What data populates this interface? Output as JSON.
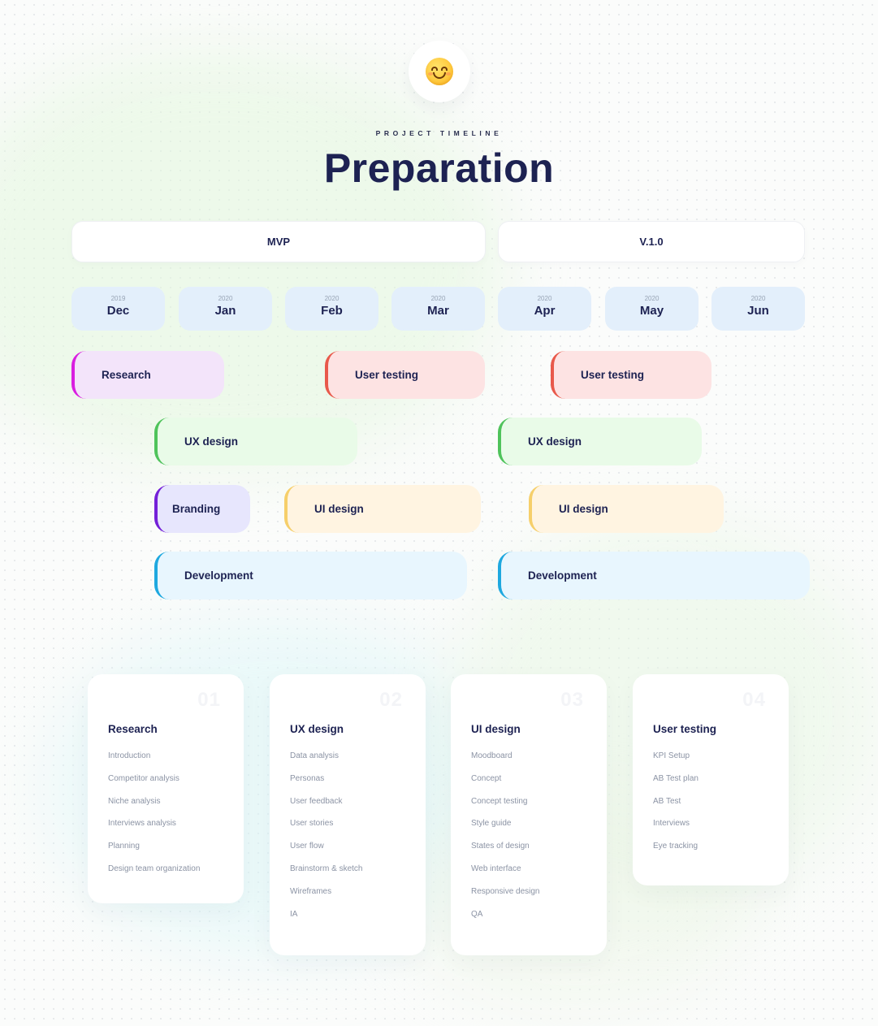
{
  "header": {
    "emoji": "smiling-face",
    "eyebrow": "PROJECT TIMELINE",
    "title": "Preparation"
  },
  "releases": [
    {
      "label": "MVP"
    },
    {
      "label": "V.1.0"
    }
  ],
  "months": [
    {
      "year": "2019",
      "month": "Dec"
    },
    {
      "year": "2020",
      "month": "Jan"
    },
    {
      "year": "2020",
      "month": "Feb"
    },
    {
      "year": "2020",
      "month": "Mar"
    },
    {
      "year": "2020",
      "month": "Apr"
    },
    {
      "year": "2020",
      "month": "May"
    },
    {
      "year": "2020",
      "month": "Jun"
    }
  ],
  "tasks": {
    "research": "Research",
    "user_testing_1": "User testing",
    "user_testing_2": "User testing",
    "ux_design_1": "UX design",
    "ux_design_2": "UX design",
    "branding": "Branding",
    "ui_design_1": "UI design",
    "ui_design_2": "UI design",
    "development_1": "Development",
    "development_2": "Development"
  },
  "colors": {
    "research": "#d91fe0",
    "user_testing": "#e8594b",
    "ux_design": "#4fc35b",
    "branding": "#7420d8",
    "ui_design": "#f6cf6a",
    "development": "#1ea8df"
  },
  "cards": [
    {
      "number": "01",
      "title": "Research",
      "items": [
        "Introduction",
        "Competitor analysis",
        "Niche analysis",
        "Interviews analysis",
        "Planning",
        "Design team organization"
      ]
    },
    {
      "number": "02",
      "title": "UX design",
      "items": [
        "Data analysis",
        "Personas",
        "User feedback",
        "User stories",
        "User flow",
        "Brainstorm & sketch",
        "Wireframes",
        "IA"
      ]
    },
    {
      "number": "03",
      "title": "UI design",
      "items": [
        "Moodboard",
        "Concept",
        "Concept testing",
        "Style guide",
        "States of design",
        "Web interface",
        "Responsive design",
        "QA"
      ]
    },
    {
      "number": "04",
      "title": "User testing",
      "items": [
        "KPI Setup",
        "AB Test plan",
        "AB Test",
        "Interviews",
        "Eye tracking"
      ]
    }
  ]
}
